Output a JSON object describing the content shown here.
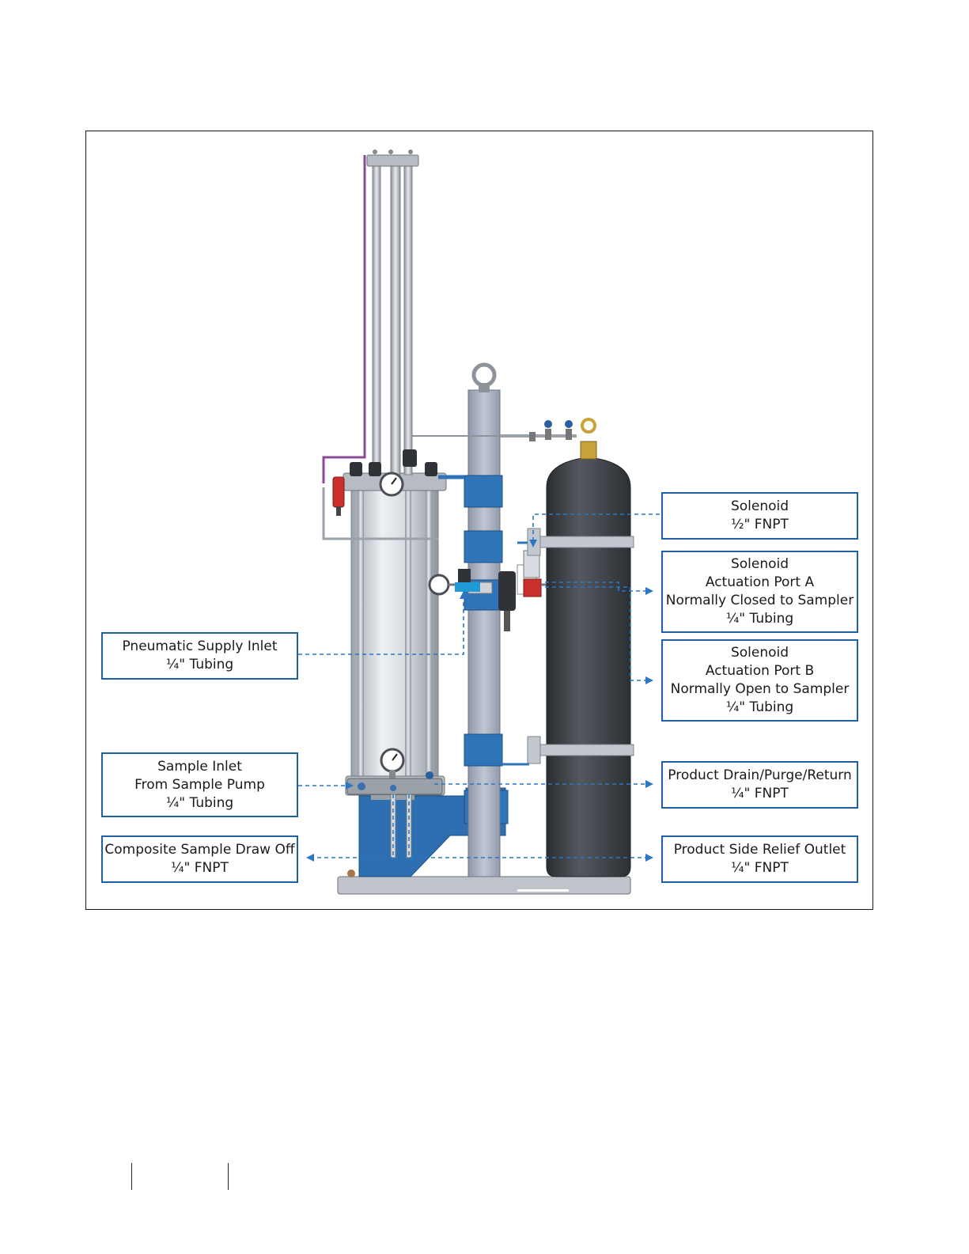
{
  "callouts": {
    "solenoid": {
      "line1": "Solenoid",
      "line2": "½\" FNPT"
    },
    "port_a": {
      "line1": "Solenoid",
      "line2": "Actuation Port A",
      "line3": "Normally Closed to Sampler",
      "line4": "¼\" Tubing"
    },
    "port_b": {
      "line1": "Solenoid",
      "line2": "Actuation Port B",
      "line3": "Normally Open to Sampler",
      "line4": "¼\" Tubing"
    },
    "pneumatic_inlet": {
      "line1": "Pneumatic Supply Inlet",
      "line2": "¼\" Tubing"
    },
    "sample_inlet": {
      "line1": "Sample Inlet",
      "line2": "From Sample Pump",
      "line3": "¼\" Tubing"
    },
    "product_drain": {
      "line1": "Product Drain/Purge/Return",
      "line2": "¼\" FNPT"
    },
    "composite_draw_off": {
      "line1": "Composite Sample Draw Off",
      "line2": "¼\" FNPT"
    },
    "relief_outlet": {
      "line1": "Product Side Relief Outlet",
      "line2": "¼\" FNPT"
    }
  },
  "colors": {
    "callout_border": "#1f5fa8",
    "leader_line": "#2b77c4",
    "bracket_blue": "#2d6fb0",
    "cylinder_steel": "#c7ccd2",
    "gas_cylinder": "#3e4247",
    "mast": "#aeb5c4"
  },
  "icons": {
    "arrow": "arrow-head-icon",
    "gauge": "pressure-gauge-icon"
  }
}
